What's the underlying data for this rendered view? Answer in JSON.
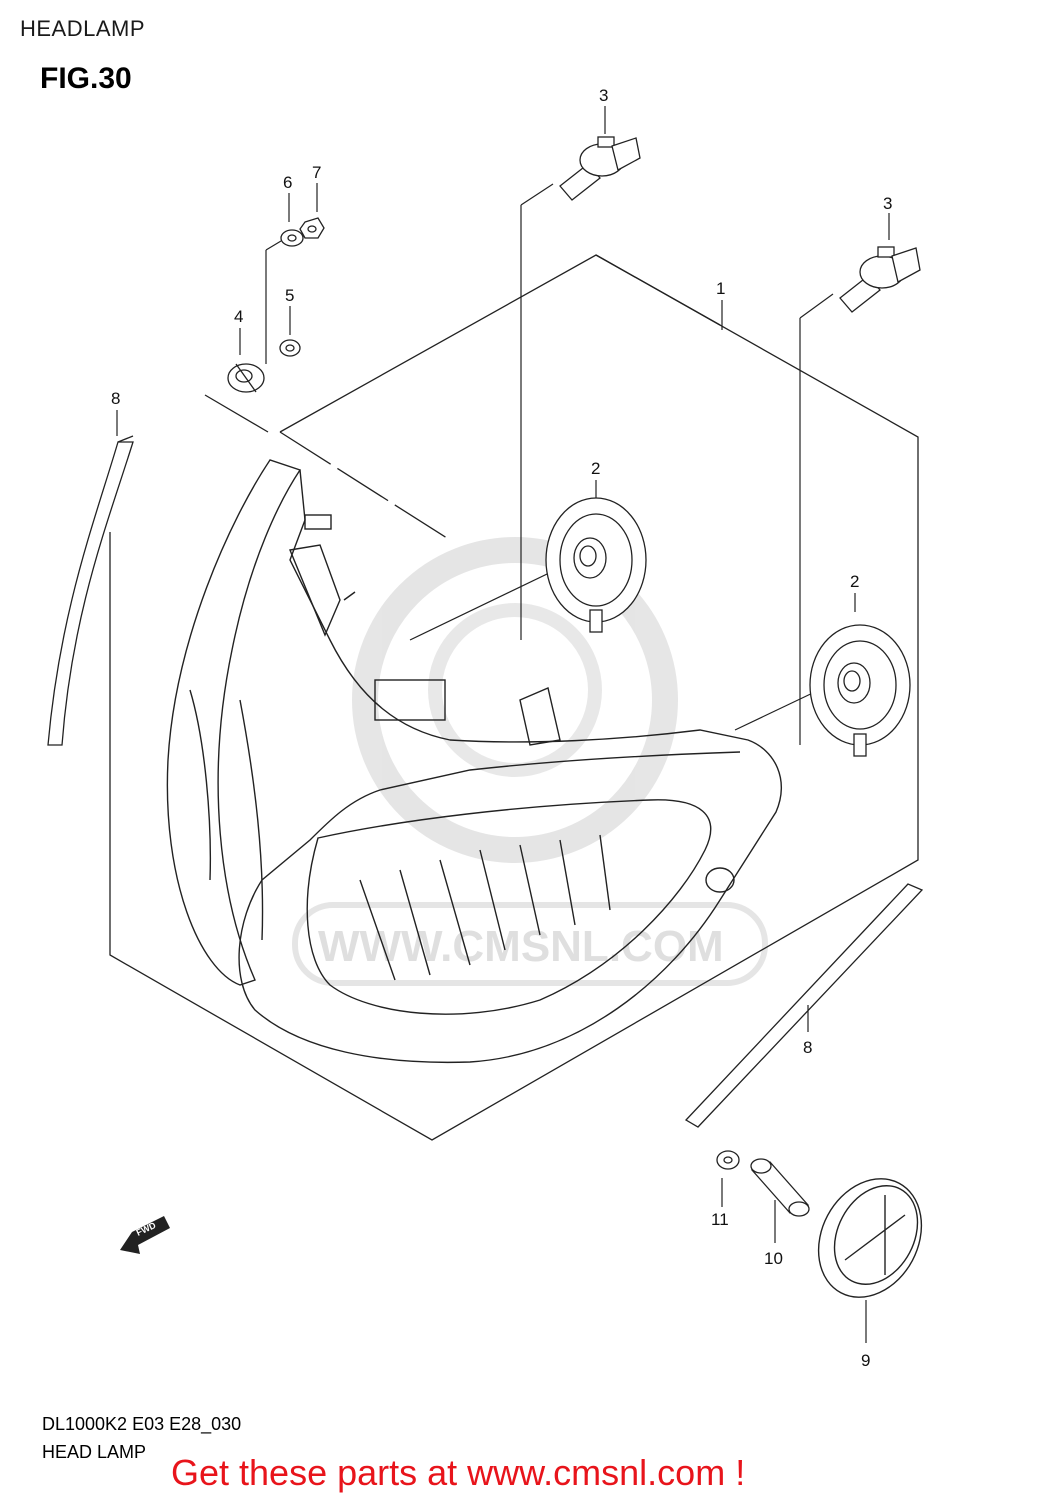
{
  "header": {
    "title": "HEADLAMP"
  },
  "figure": {
    "label": "FIG.30"
  },
  "footer": {
    "model_code": "DL1000K2 E03 E28_030",
    "model_name": "HEAD LAMP",
    "cta_text": "Get these parts at www.cmsnl.com !"
  },
  "watermark": {
    "text": "WWW.CMSNL.COM"
  },
  "direction_marker": {
    "text": "FWD"
  },
  "callouts": {
    "c1": "1",
    "c2a": "2",
    "c2b": "2",
    "c3a": "3",
    "c3b": "3",
    "c4": "4",
    "c5": "5",
    "c6": "6",
    "c7": "7",
    "c8a": "8",
    "c8b": "8",
    "c9": "9",
    "c10": "10",
    "c11": "11"
  }
}
